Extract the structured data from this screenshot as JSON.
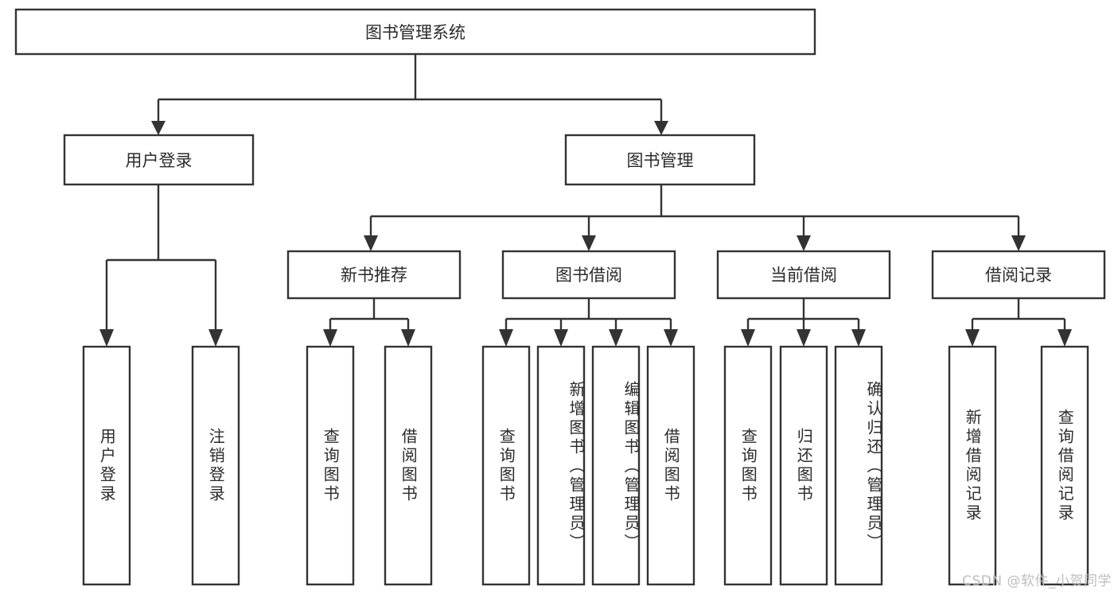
{
  "diagram": {
    "type": "tree",
    "title": "图书管理系统",
    "root": {
      "id": "root",
      "label": "图书管理系统",
      "orientation": "horizontal"
    },
    "level2": [
      {
        "id": "user-login",
        "label": "用户登录",
        "orientation": "horizontal"
      },
      {
        "id": "book-manage",
        "label": "图书管理",
        "orientation": "horizontal"
      }
    ],
    "level3": [
      {
        "id": "new-book-rec",
        "label": "新书推荐",
        "orientation": "horizontal",
        "parent": "book-manage"
      },
      {
        "id": "book-borrow",
        "label": "图书借阅",
        "orientation": "horizontal",
        "parent": "book-manage"
      },
      {
        "id": "current-borrow",
        "label": "当前借阅",
        "orientation": "horizontal",
        "parent": "book-manage"
      },
      {
        "id": "borrow-record",
        "label": "借阅记录",
        "orientation": "horizontal",
        "parent": "book-manage"
      }
    ],
    "leaves": [
      {
        "id": "leaf-user-login",
        "label": "用户登录",
        "parent": "user-login",
        "orientation": "vertical"
      },
      {
        "id": "leaf-logout",
        "label": "注销登录",
        "parent": "user-login",
        "orientation": "vertical"
      },
      {
        "id": "leaf-query-book-1",
        "label": "查询图书",
        "parent": "new-book-rec",
        "orientation": "vertical"
      },
      {
        "id": "leaf-borrow-book-1",
        "label": "借阅图书",
        "parent": "new-book-rec",
        "orientation": "vertical"
      },
      {
        "id": "leaf-query-book-2",
        "label": "查询图书",
        "parent": "book-borrow",
        "orientation": "vertical"
      },
      {
        "id": "leaf-add-book",
        "label": "新增图书（管理员）",
        "parent": "book-borrow",
        "orientation": "vertical"
      },
      {
        "id": "leaf-edit-book",
        "label": "编辑图书（管理员）",
        "parent": "book-borrow",
        "orientation": "vertical"
      },
      {
        "id": "leaf-borrow-book-2",
        "label": "借阅图书",
        "parent": "book-borrow",
        "orientation": "vertical"
      },
      {
        "id": "leaf-query-book-3",
        "label": "查询图书",
        "parent": "current-borrow",
        "orientation": "vertical"
      },
      {
        "id": "leaf-return-book",
        "label": "归还图书",
        "parent": "current-borrow",
        "orientation": "vertical"
      },
      {
        "id": "leaf-confirm-return",
        "label": "确认归还（管理员）",
        "parent": "current-borrow",
        "orientation": "vertical"
      },
      {
        "id": "leaf-add-record",
        "label": "新增借阅记录",
        "parent": "borrow-record",
        "orientation": "vertical"
      },
      {
        "id": "leaf-query-record",
        "label": "查询借阅记录",
        "parent": "borrow-record",
        "orientation": "vertical"
      }
    ],
    "colors": {
      "box_stroke": "#333333",
      "box_fill": "#ffffff",
      "text": "#2b2b2b",
      "connector": "#333333",
      "watermark": "#bdbdbd",
      "background": "#ffffff"
    }
  },
  "watermark": {
    "text": "CSDN @软件_小贺同学"
  }
}
